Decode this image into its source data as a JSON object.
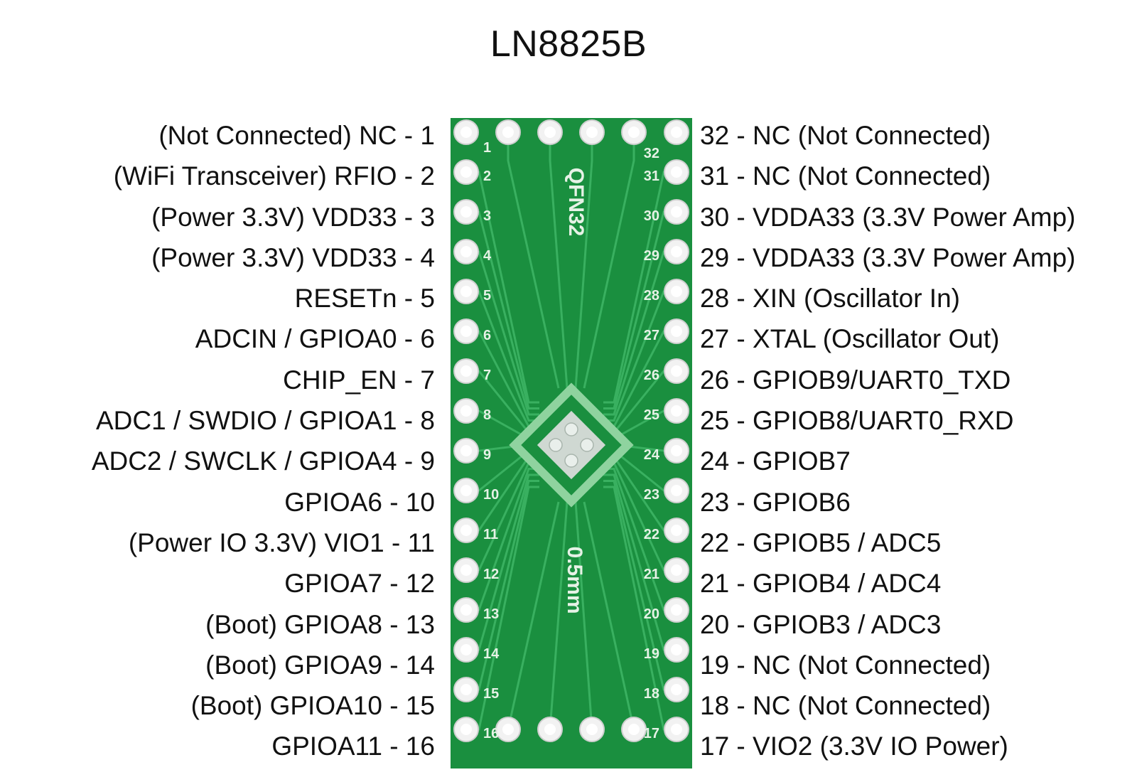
{
  "title": "LN8825B",
  "board": {
    "package_label": "QFN32",
    "pitch_label": "0.5mm",
    "color": "#1a8f3f",
    "trace_color": "#39b060"
  },
  "pins_left": [
    {
      "number": "1",
      "label": "(Not Connected) NC - 1"
    },
    {
      "number": "2",
      "label": "(WiFi Transceiver) RFIO - 2"
    },
    {
      "number": "3",
      "label": "(Power 3.3V) VDD33 - 3"
    },
    {
      "number": "4",
      "label": "(Power 3.3V) VDD33 - 4"
    },
    {
      "number": "5",
      "label": "RESETn - 5"
    },
    {
      "number": "6",
      "label": "ADCIN / GPIOA0 - 6"
    },
    {
      "number": "7",
      "label": "CHIP_EN - 7"
    },
    {
      "number": "8",
      "label": "ADC1 / SWDIO / GPIOA1 - 8"
    },
    {
      "number": "9",
      "label": "ADC2 / SWCLK / GPIOA4 - 9"
    },
    {
      "number": "10",
      "label": "GPIOA6 - 10"
    },
    {
      "number": "11",
      "label": "(Power IO 3.3V) VIO1 - 11"
    },
    {
      "number": "12",
      "label": "GPIOA7 - 12"
    },
    {
      "number": "13",
      "label": "(Boot) GPIOA8 - 13"
    },
    {
      "number": "14",
      "label": "(Boot) GPIOA9 - 14"
    },
    {
      "number": "15",
      "label": "(Boot) GPIOA10 - 15"
    },
    {
      "number": "16",
      "label": "GPIOA11 - 16"
    }
  ],
  "pins_right": [
    {
      "number": "32",
      "label": "32 - NC (Not Connected)"
    },
    {
      "number": "31",
      "label": "31 - NC (Not Connected)"
    },
    {
      "number": "30",
      "label": "30 - VDDA33 (3.3V Power Amp)"
    },
    {
      "number": "29",
      "label": "29 - VDDA33 (3.3V Power Amp)"
    },
    {
      "number": "28",
      "label": "28 - XIN (Oscillator In)"
    },
    {
      "number": "27",
      "label": "27 - XTAL (Oscillator Out)"
    },
    {
      "number": "26",
      "label": "26 - GPIOB9/UART0_TXD"
    },
    {
      "number": "25",
      "label": "25 - GPIOB8/UART0_RXD"
    },
    {
      "number": "24",
      "label": "24 - GPIOB7"
    },
    {
      "number": "23",
      "label": "23 - GPIOB6"
    },
    {
      "number": "22",
      "label": "22 - GPIOB5 / ADC5"
    },
    {
      "number": "21",
      "label": "21 - GPIOB4 / ADC4"
    },
    {
      "number": "20",
      "label": "20 - GPIOB3 / ADC3"
    },
    {
      "number": "19",
      "label": "19 - NC (Not Connected)"
    },
    {
      "number": "18",
      "label": "18 - NC (Not Connected)"
    },
    {
      "number": "17",
      "label": "17 - VIO2 (3.3V IO Power)"
    }
  ]
}
